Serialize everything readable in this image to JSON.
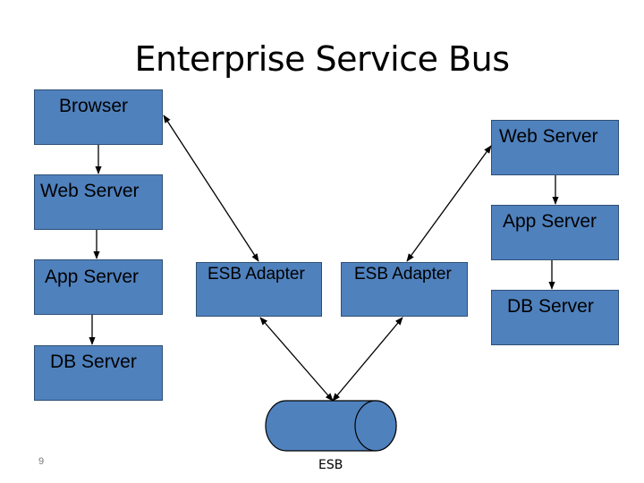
{
  "title": "Enterprise Service Bus",
  "left_stack": {
    "browser": "Browser",
    "web_server": "Web Server",
    "app_server": "App Server",
    "db_server": "DB Server"
  },
  "right_stack": {
    "web_server": "Web Server",
    "app_server": "App Server",
    "db_server": "DB Server"
  },
  "adapters": {
    "left": "ESB Adapter",
    "right": "ESB Adapter"
  },
  "bus": {
    "label": "ESB"
  },
  "slide_number": "9",
  "colors": {
    "box_fill": "#4f81bd",
    "box_border": "#2e4f75"
  }
}
